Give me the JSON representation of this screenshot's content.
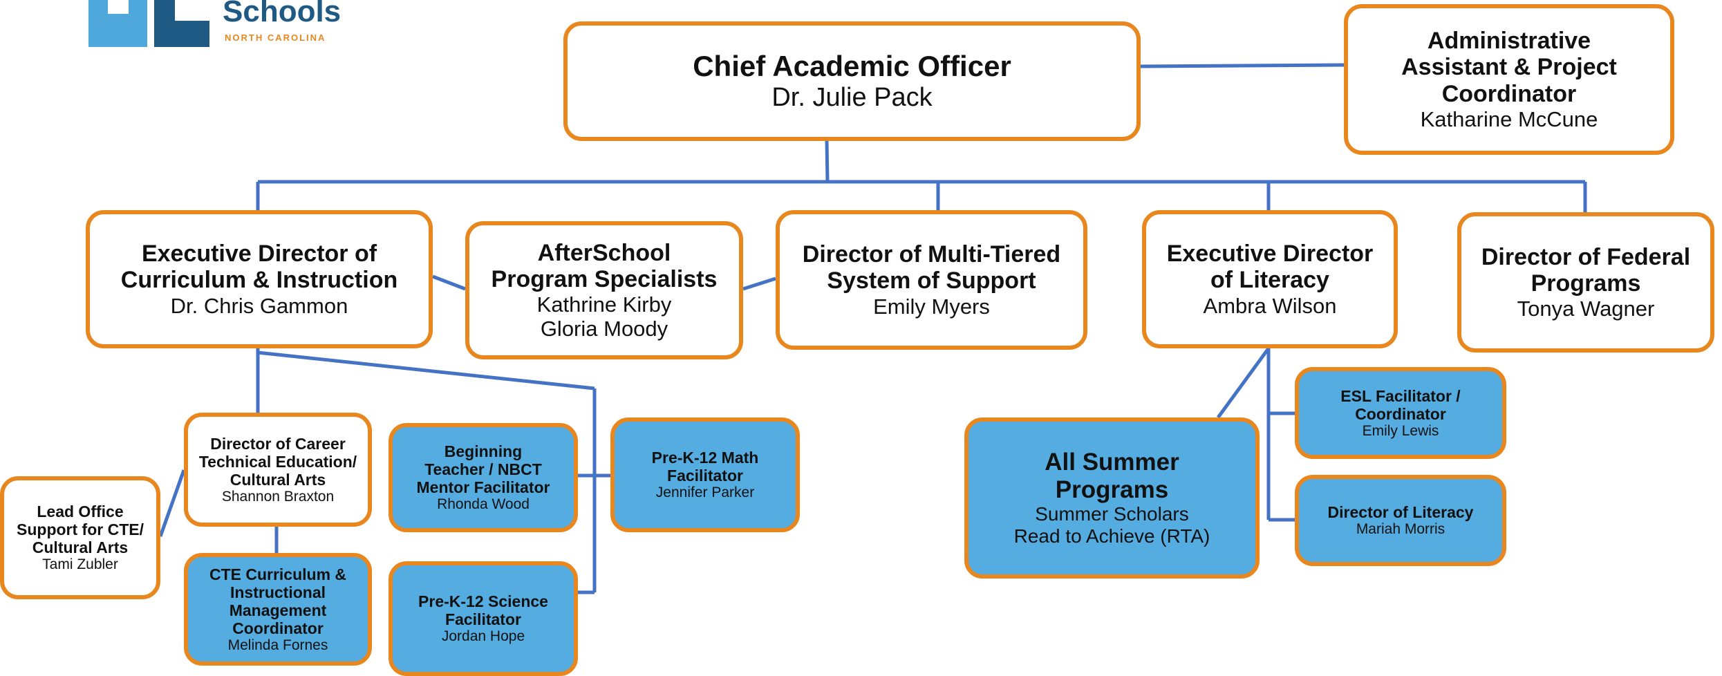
{
  "logo": {
    "text": "Schools",
    "subtext": "NORTH CAROLINA"
  },
  "colors": {
    "border": "#e8871e",
    "connector": "#4472c4",
    "fill_blue": "#55ace0",
    "fill_white": "#ffffff"
  },
  "chart": {
    "chief": {
      "title": "Chief Academic Officer",
      "name": "Dr. Julie Pack"
    },
    "admin_assistant": {
      "title": [
        "Administrative",
        "Assistant & Project",
        "Coordinator"
      ],
      "name": "Katharine McCune"
    },
    "exec_curriculum": {
      "title": [
        "Executive Director of",
        "Curriculum & Instruction"
      ],
      "name": "Dr. Chris Gammon"
    },
    "afterschool": {
      "title": [
        "AfterSchool",
        "Program Specialists"
      ],
      "names": [
        "Kathrine Kirby",
        "Gloria Moody"
      ]
    },
    "mtss": {
      "title": [
        "Director of Multi-Tiered",
        "System of Support"
      ],
      "name": "Emily Myers"
    },
    "exec_literacy": {
      "title": [
        "Executive Director",
        "of Literacy"
      ],
      "name": "Ambra Wilson"
    },
    "federal": {
      "title": [
        "Director of Federal",
        "Programs"
      ],
      "name": "Tonya Wagner"
    },
    "cte_director": {
      "title": [
        "Director of Career",
        "Technical Education/",
        "Cultural Arts"
      ],
      "name": "Shannon Braxton"
    },
    "lead_office": {
      "title": [
        "Lead Office",
        "Support for CTE/",
        "Cultural Arts"
      ],
      "name": "Tami Zubler"
    },
    "cte_coordinator": {
      "title": [
        "CTE Curriculum &",
        "Instructional",
        "Management",
        "Coordinator"
      ],
      "name": "Melinda Fornes"
    },
    "beginning_teacher": {
      "title": [
        "Beginning",
        "Teacher / NBCT",
        "Mentor Facilitator"
      ],
      "name": "Rhonda Wood"
    },
    "math": {
      "title": [
        "Pre-K-12 Math",
        "Facilitator"
      ],
      "name": "Jennifer Parker"
    },
    "science": {
      "title": [
        "Pre-K-12 Science",
        "Facilitator"
      ],
      "name": "Jordan Hope"
    },
    "summer": {
      "title": [
        "All Summer",
        "Programs"
      ],
      "names": [
        "Summer Scholars",
        "Read to Achieve (RTA)"
      ]
    },
    "esl": {
      "title": [
        "ESL Facilitator /",
        "Coordinator"
      ],
      "name": "Emily Lewis"
    },
    "dir_literacy": {
      "title": [
        "Director of Literacy"
      ],
      "name": "Mariah Morris"
    }
  }
}
